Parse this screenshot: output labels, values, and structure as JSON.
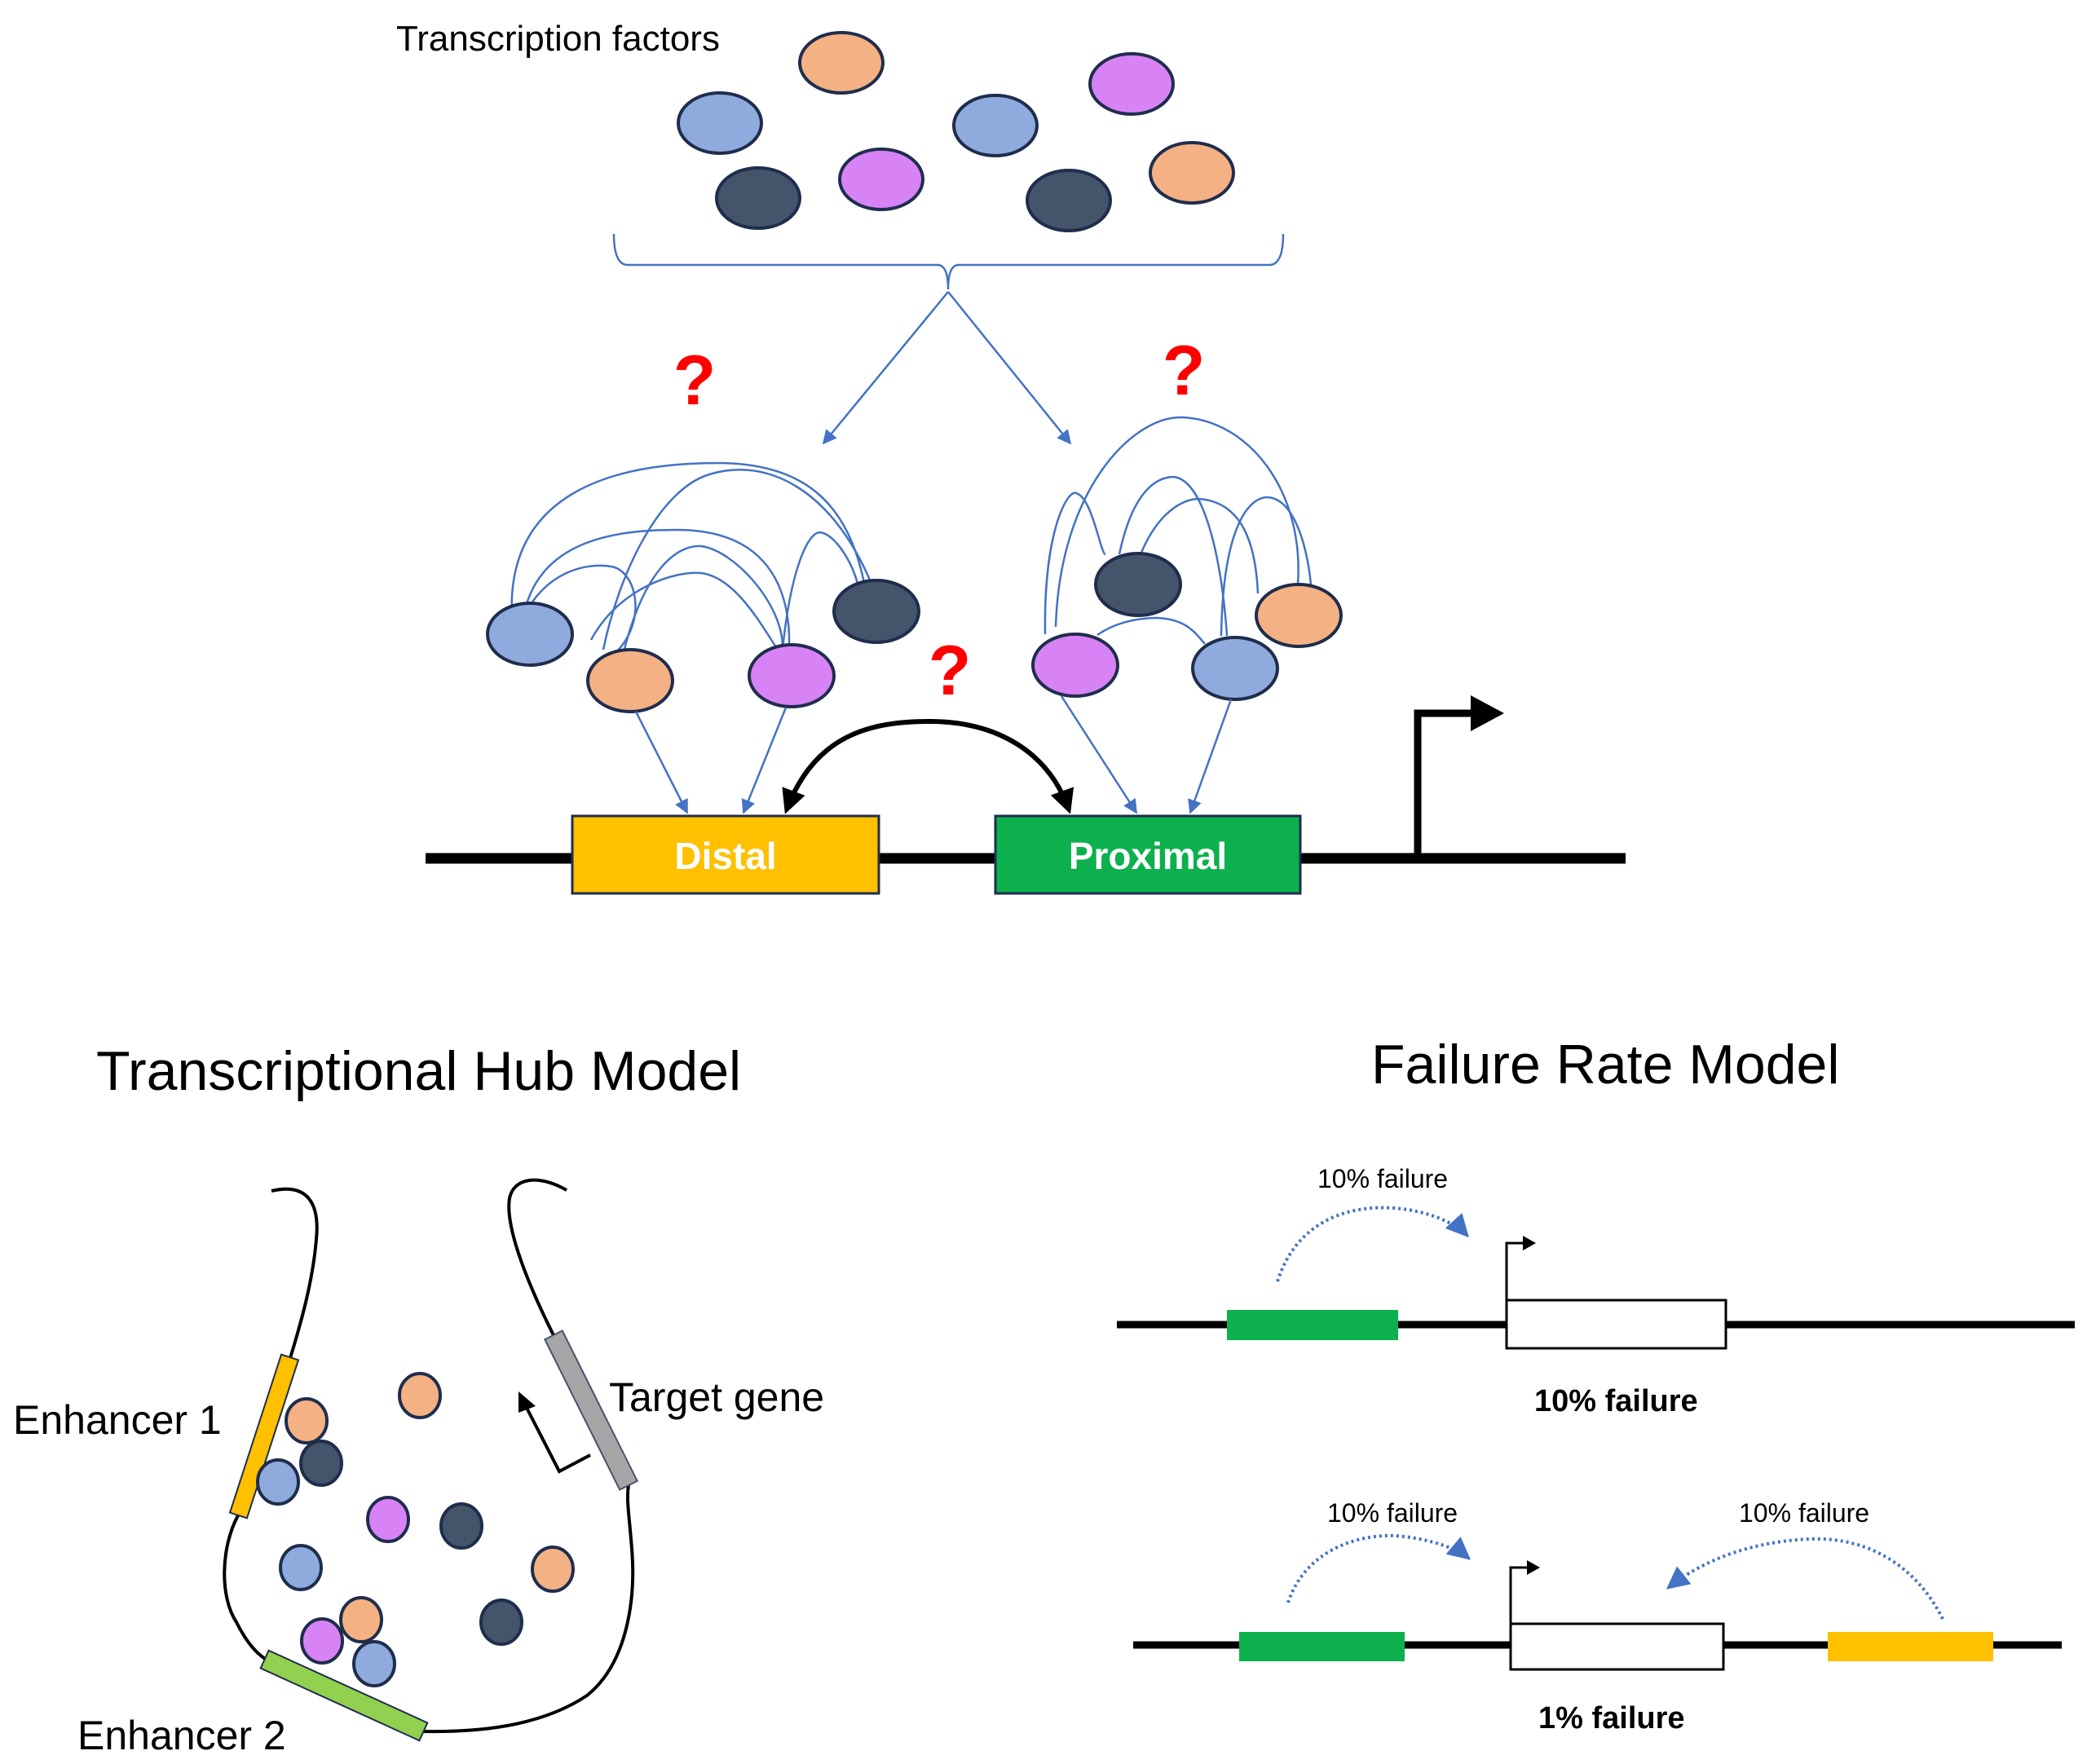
{
  "colors": {
    "tf_blue": "#8faadc",
    "tf_orange": "#f4b183",
    "tf_purple": "#d883f5",
    "tf_dark": "#44546a",
    "link_blue": "#4472c4",
    "question_red": "#ff0000",
    "distal_fill": "#ffc000",
    "proximal_fill": "#0cb04d",
    "enhancer2_green": "#92d050",
    "target_gene_gray": "#a6a6a6",
    "fail_green": "#0cb04d",
    "fail_yellow": "#ffc000"
  },
  "top_panel": {
    "title": "Transcription factors",
    "question_mark": "?",
    "distal_label": "Distal",
    "proximal_label": "Proximal",
    "free_tfs": [
      "orange",
      "blue",
      "blue",
      "purple",
      "dark",
      "purple",
      "dark",
      "orange"
    ],
    "distal_cluster": [
      "blue",
      "orange",
      "purple",
      "dark"
    ],
    "proximal_cluster": [
      "dark",
      "purple",
      "blue",
      "orange"
    ]
  },
  "hub_model": {
    "heading": "Transcriptional Hub Model",
    "enhancer1_label": "Enhancer 1",
    "enhancer2_label": "Enhancer 2",
    "target_gene_label": "Target gene",
    "tfs": [
      "orange",
      "dark",
      "blue",
      "orange",
      "purple",
      "dark",
      "blue",
      "orange",
      "orange",
      "purple",
      "blue",
      "dark"
    ]
  },
  "failure_model": {
    "heading": "Failure Rate Model",
    "scenario1": {
      "arrow_label": "10% failure",
      "result": "10% failure"
    },
    "scenario2": {
      "left_arrow_label": "10% failure",
      "right_arrow_label": "10% failure",
      "result": "1% failure"
    }
  }
}
